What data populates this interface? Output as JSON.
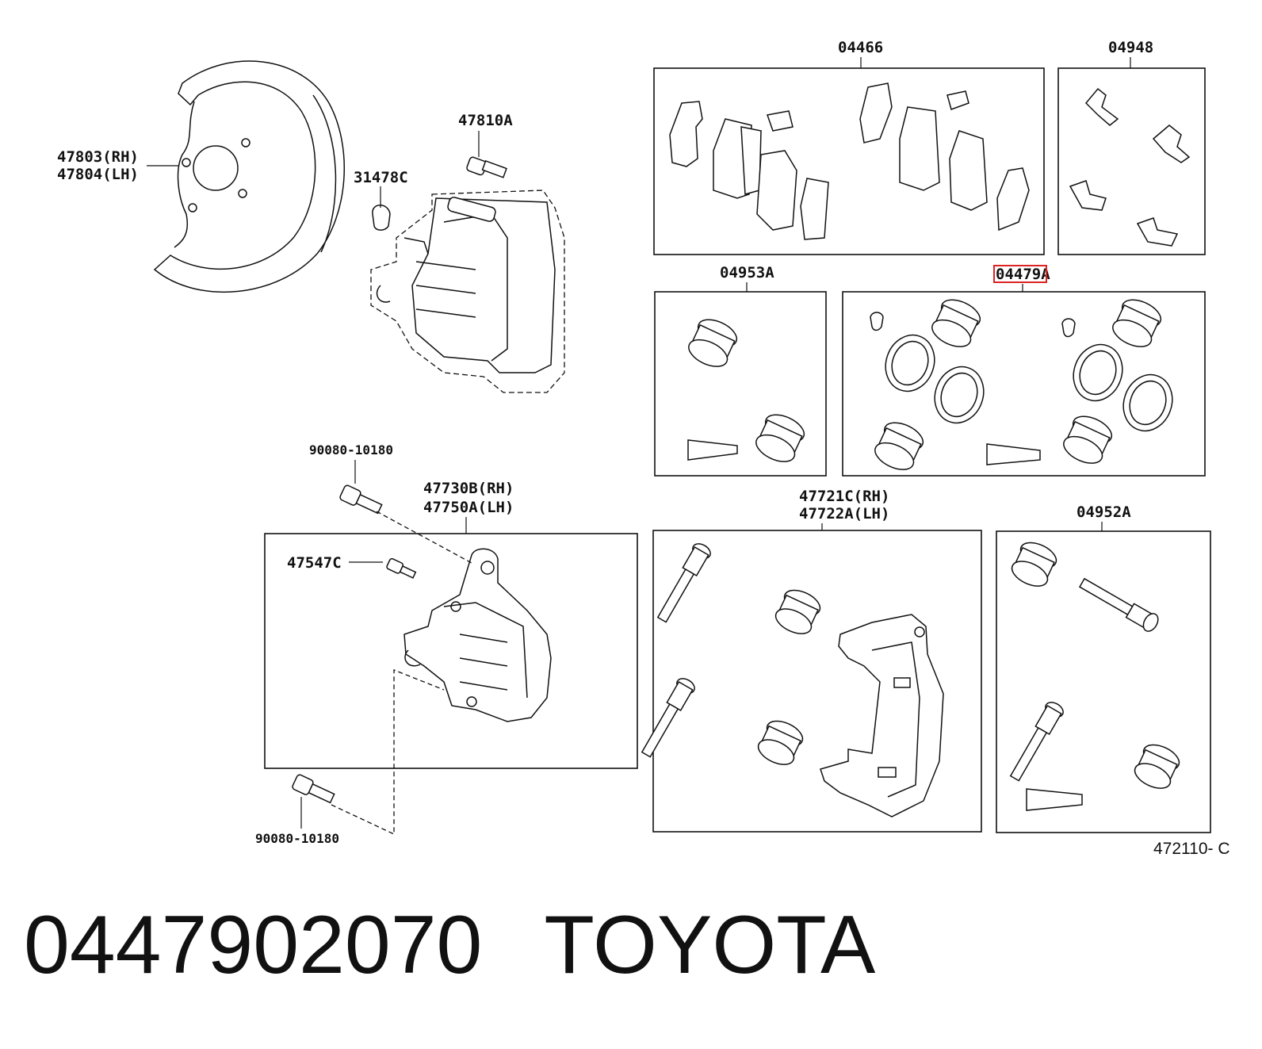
{
  "diagram": {
    "callouts": {
      "backing_plate_rh": "47803(RH)",
      "backing_plate_lh": "47804(LH)",
      "bolt_47810a": "47810A",
      "cap_31478c": "31478C",
      "pad_kit": "04466",
      "pad_clip_kit": "04948",
      "boot_kit_04953a": "04953A",
      "cylinder_kit": "04479A",
      "bolt_upper": "90080-10180",
      "caliper_rh": "47730B(RH)",
      "caliper_lh": "47750A(LH)",
      "bleeder": "47547C",
      "mounting_rh": "47721C(RH)",
      "mounting_lh": "47722A(LH)",
      "boot_kit_04952a": "04952A",
      "bolt_lower": "90080-10180"
    },
    "figure_ref": "472110- C",
    "highlighted_callout": "04479A",
    "highlight_color": "#dd2222"
  },
  "footer": {
    "part_number": "0447902070",
    "brand": "TOYOTA"
  }
}
